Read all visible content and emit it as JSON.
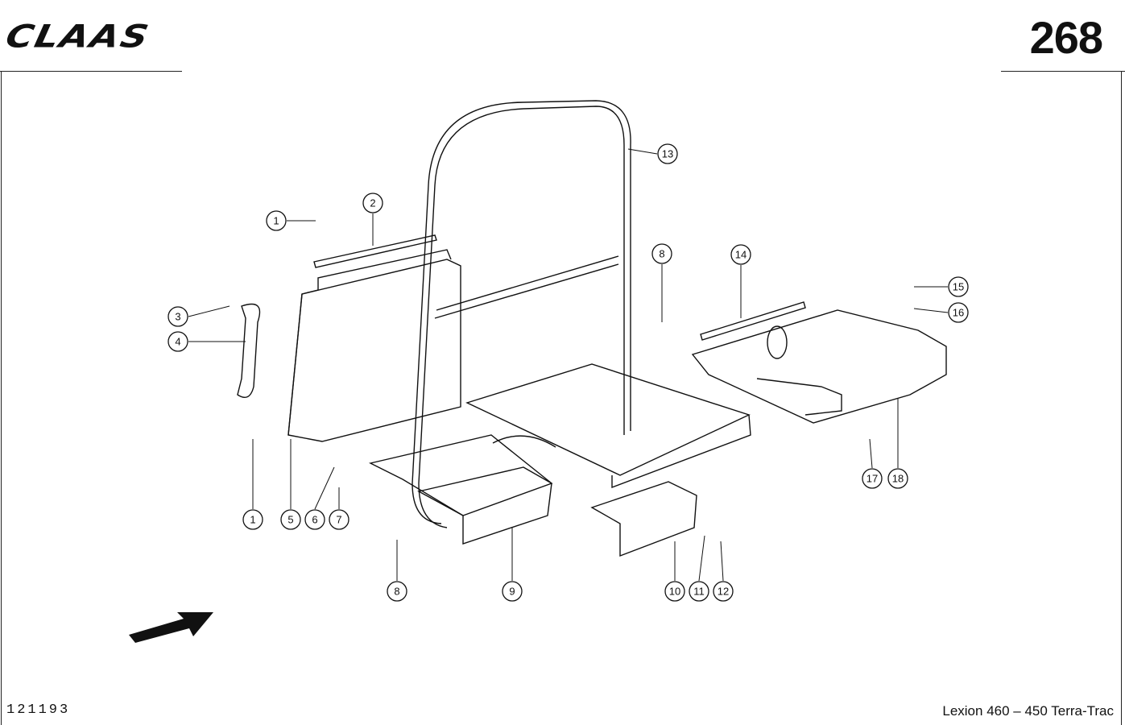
{
  "header": {
    "brand": "CLAAS",
    "page_number": "268"
  },
  "footer": {
    "drawing_number": "121193",
    "model": "Lexion 460 – 450 Terra-Trac"
  },
  "callouts": [
    "1",
    "2",
    "3",
    "4",
    "1",
    "5",
    "6",
    "7",
    "8",
    "9",
    "10",
    "11",
    "12",
    "13",
    "8",
    "14",
    "15",
    "16",
    "17",
    "18"
  ],
  "icons": {
    "direction": "direction-arrow-icon"
  }
}
